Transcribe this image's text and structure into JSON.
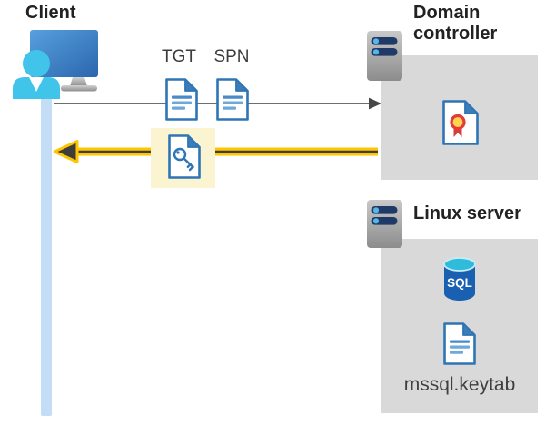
{
  "diagram": {
    "client": {
      "label": "Client"
    },
    "flow": {
      "tgt_label": "TGT",
      "spn_label": "SPN"
    },
    "domain_controller": {
      "label": "Domain controller"
    },
    "linux_server": {
      "label": "Linux server",
      "database_label": "SQL",
      "keytab_label": "mssql.keytab"
    },
    "colors": {
      "accent_yellow": "#FFC600",
      "highlight_yellow": "#FBF4D1",
      "panel_gray": "#D9D9D9",
      "document_blue": "#2E75B6",
      "document_fold_blue": "#3E7CB9",
      "document_line_blue": "#5B9BD5",
      "lifeline_blue": "#C3DDF6",
      "arrow_gray": "#595959",
      "arrow_core_dark": "#3D3D3D",
      "sql_body_blue": "#1A60B2",
      "sql_top_cyan": "#2FBBDC",
      "person_cyan": "#41C4E9",
      "monitor_blue": "#3A7BC4",
      "certificate_red": "#D93B3B",
      "certificate_yellow": "#FFD44D",
      "server_slot_navy": "#1F3A66",
      "server_dot_cyan": "#55B6E8"
    }
  }
}
